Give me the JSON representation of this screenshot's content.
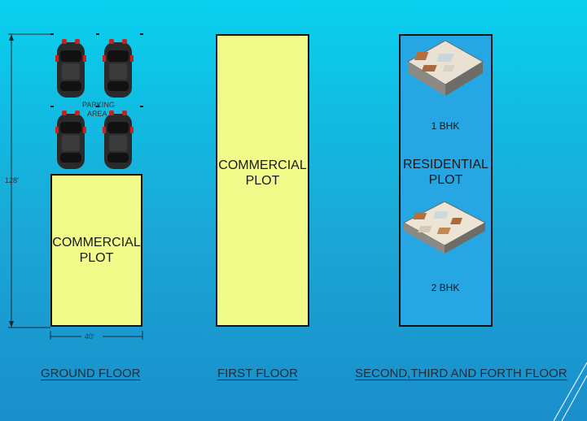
{
  "dimensions": {
    "height": "128'",
    "width": "40'"
  },
  "parking": {
    "label_line1": "PARKING",
    "label_line2": "AREA"
  },
  "ground_floor": {
    "plot_label": "COMMERCIAL\nPLOT",
    "floor_label": "GROUND FLOOR"
  },
  "first_floor": {
    "plot_label": "COMMERCIAL\nPLOT",
    "floor_label": "FIRST FLOOR"
  },
  "upper_floors": {
    "plot_label": "RESIDENTIAL\nPLOT",
    "unit_1": "1 BHK",
    "unit_2": "2 BHK",
    "floor_label": "SECOND,THIRD AND FORTH FLOOR"
  },
  "colors": {
    "commercial": "#f1fb8a",
    "residential": "#26a7e3",
    "background": "#1ba7d6"
  }
}
